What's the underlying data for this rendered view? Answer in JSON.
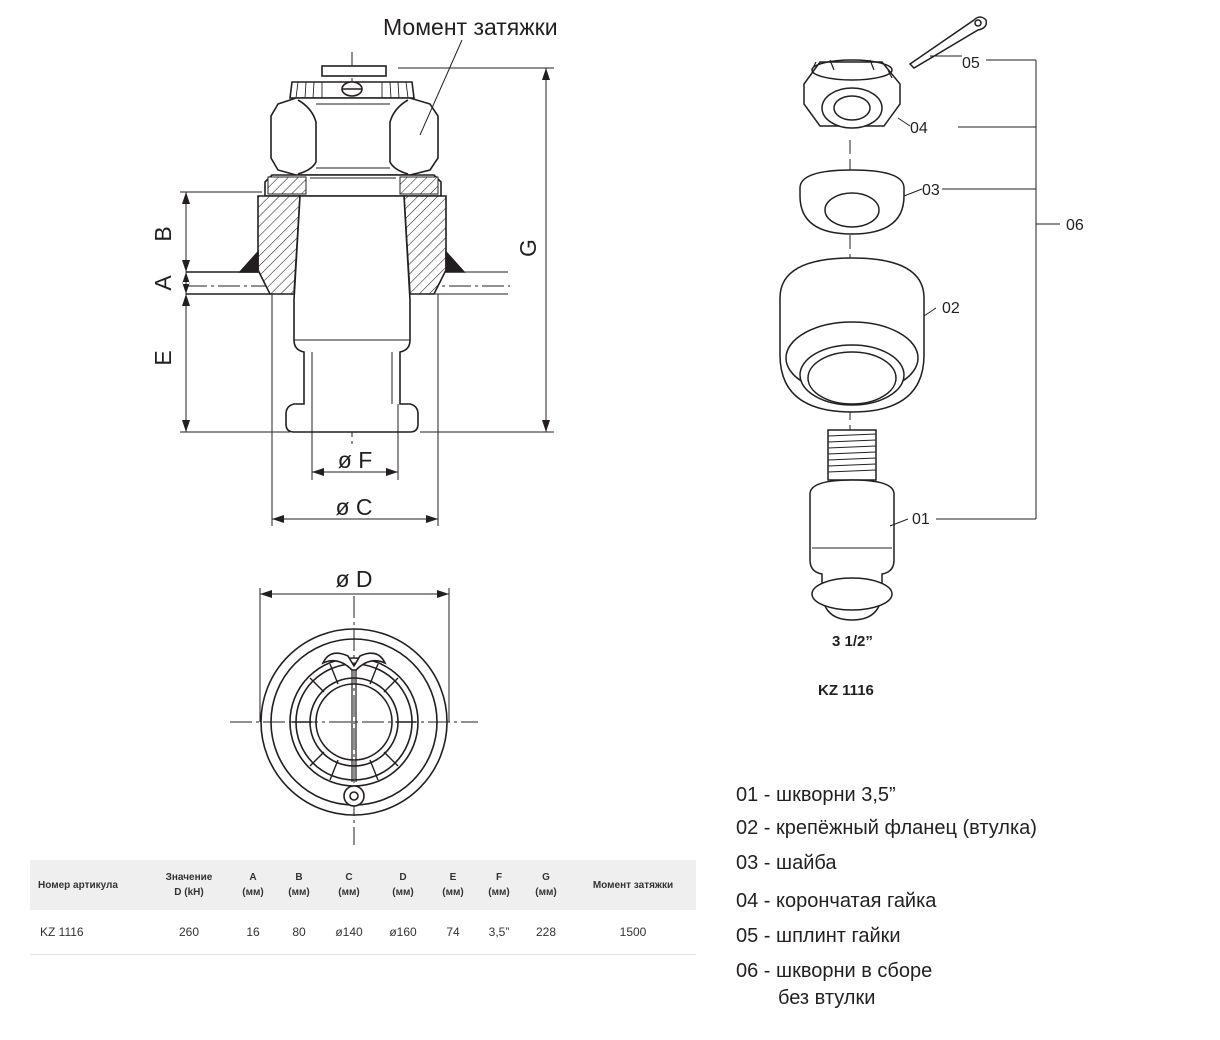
{
  "drawing": {
    "torque_label": "Момент затяжки",
    "dim_B": "B",
    "dim_A": "A",
    "dim_E": "E",
    "dim_G": "G",
    "dim_F": "ø F",
    "dim_C": "ø C",
    "dim_D": "ø D"
  },
  "exploded": {
    "callouts": {
      "p05": "05",
      "p04": "04",
      "p03": "03",
      "p02": "02",
      "p01": "01",
      "p06": "06"
    },
    "size_label": "3 1/2”",
    "model_label": "KZ 1116"
  },
  "spec_table": {
    "headers": [
      [
        "Номер артикула"
      ],
      [
        "Значение",
        "D (kH)"
      ],
      [
        "A",
        "(мм)"
      ],
      [
        "B",
        "(мм)"
      ],
      [
        "C",
        "(мм)"
      ],
      [
        "D",
        "(мм)"
      ],
      [
        "E",
        "(мм)"
      ],
      [
        "F",
        "(мм)"
      ],
      [
        "G",
        "(мм)"
      ],
      [
        "Момент затяжки"
      ]
    ],
    "rows": [
      [
        "KZ 1116",
        "260",
        "16",
        "80",
        "ø140",
        "ø160",
        "74",
        "3,5”",
        "228",
        "1500"
      ]
    ]
  },
  "legend": [
    "01 - шкворни  3,5”",
    "02 - крепёжный фланец (втулка)",
    "03 - шайба",
    "04 - корончатая гайка",
    "05 - шплинт гайки",
    "06 - шкворни в сборе"
  ],
  "legend_continuation": "без втулки"
}
